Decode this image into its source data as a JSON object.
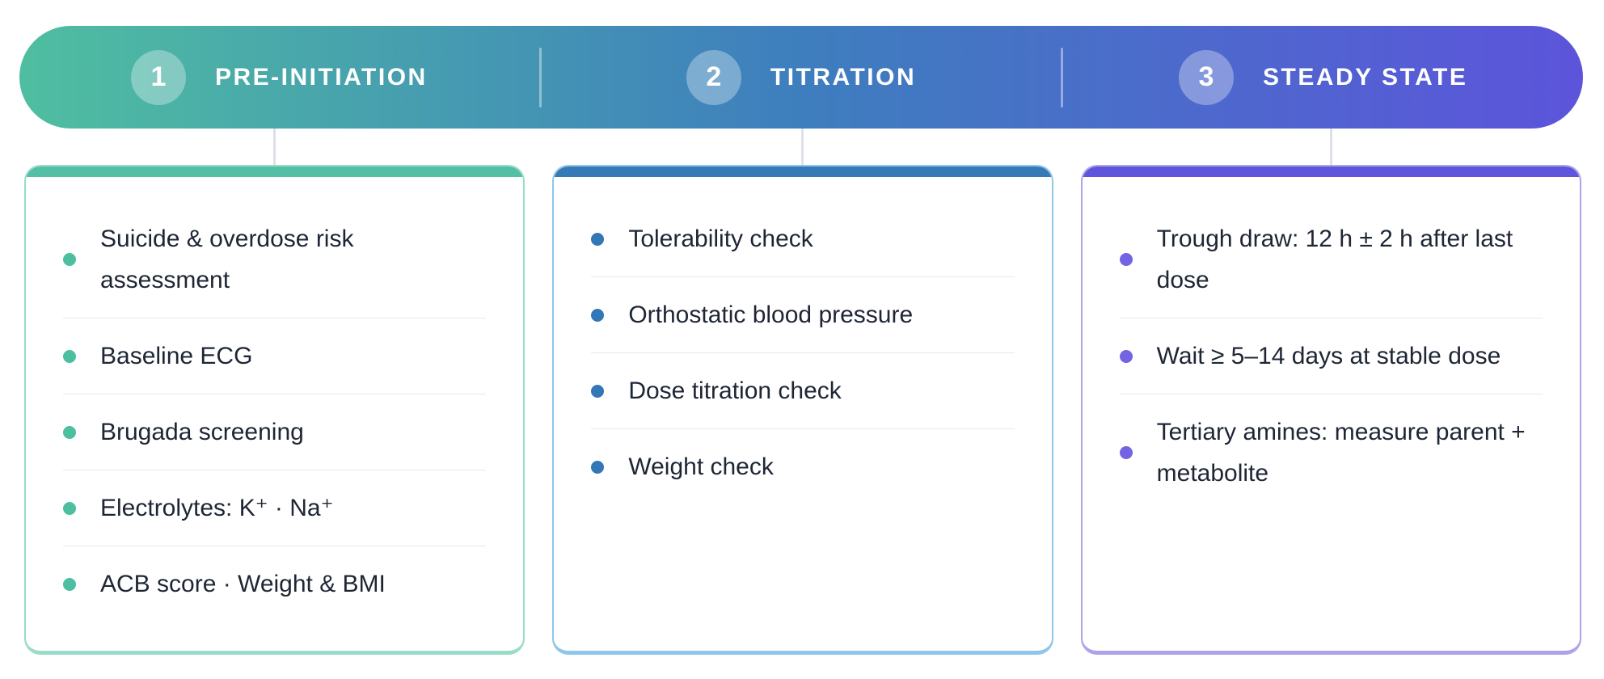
{
  "diagram": {
    "type": "three-phase monitoring pathway",
    "header_gradient": [
      "#4FBEA0",
      "#3E7EBE",
      "#5C54DB"
    ],
    "connector_color": "#DDE1E7",
    "text_color": "#1E2635",
    "item_divider_color": "#E7E9EE"
  },
  "phases": [
    {
      "number": "1",
      "label": "PRE-INITIATION",
      "colors": {
        "band": "#53BFA5",
        "border": "#9ADCCA",
        "bullet": "#4CBFA1"
      },
      "items": [
        "Suicide & overdose risk\nassessment",
        "Baseline ECG",
        "Brugada screening",
        "Electrolytes: K⁺ · Na⁺",
        "ACB score · Weight & BMI"
      ]
    },
    {
      "number": "2",
      "label": "TITRATION",
      "colors": {
        "band": "#3679B7",
        "border": "#8FC6E9",
        "bullet": "#3377B6"
      },
      "items": [
        "Tolerability check",
        "Orthostatic blood pressure",
        "Dose titration check",
        "Weight check"
      ]
    },
    {
      "number": "3",
      "label": "STEADY STATE",
      "colors": {
        "band": "#5F55DC",
        "border": "#ACA3EA",
        "bullet": "#7464E4"
      },
      "items": [
        "Trough draw: 12 h ± 2 h after last\ndose",
        "Wait ≥ 5–14 days at stable dose",
        "Tertiary amines: measure parent +\nmetabolite"
      ]
    }
  ]
}
